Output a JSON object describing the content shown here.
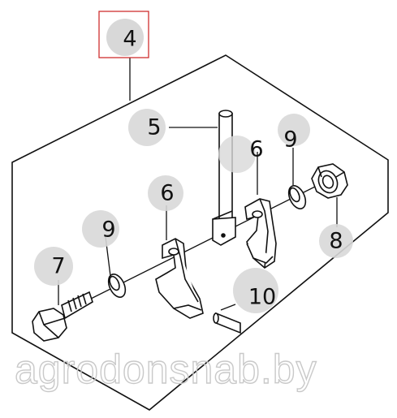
{
  "diagram": {
    "callouts": [
      {
        "id": "4",
        "label": "4"
      },
      {
        "id": "5",
        "label": "5"
      },
      {
        "id": "6a",
        "label": "6"
      },
      {
        "id": "6b",
        "label": "6"
      },
      {
        "id": "7",
        "label": "7"
      },
      {
        "id": "8",
        "label": "8"
      },
      {
        "id": "9a",
        "label": "9"
      },
      {
        "id": "9b",
        "label": "9"
      },
      {
        "id": "10",
        "label": "10"
      }
    ],
    "watermark": "agrodonsnab.by",
    "colors": {
      "callout_fill": "#d8d8d8",
      "highlight_box": "#d03030",
      "line": "#111111",
      "watermark": "#c9c9c9"
    }
  }
}
